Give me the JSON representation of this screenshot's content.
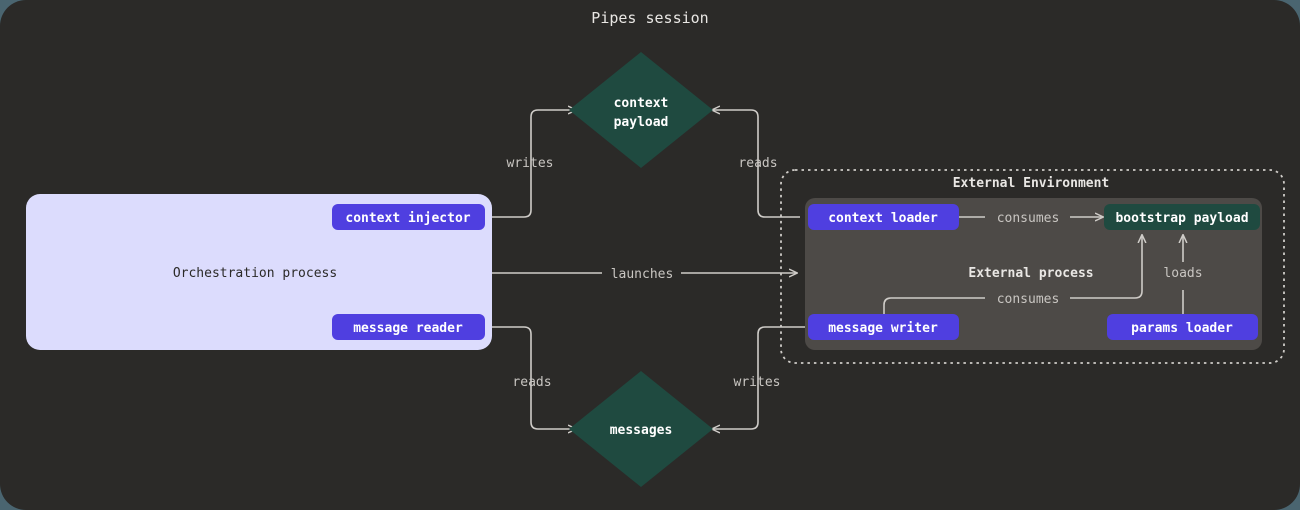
{
  "title": "Pipes session",
  "colors": {
    "page_backdrop": "#4a6570",
    "canvas": "#2b2a28",
    "orchestration_fill": "#dcdcfd",
    "pill_fill": "#4f3fe0",
    "asset_fill": "#1f4a40",
    "external_process_fill": "#4d4a47",
    "edge": "#cfccc8",
    "edge_label": "#c9c6c2"
  },
  "groups": {
    "orchestration": {
      "label": "Orchestration process"
    },
    "external_environment": {
      "label": "External Environment"
    },
    "external_process": {
      "label": "External process"
    }
  },
  "nodes": {
    "context_injector": {
      "label": "context injector",
      "kind": "pill"
    },
    "message_reader": {
      "label": "message reader",
      "kind": "pill"
    },
    "context_loader": {
      "label": "context loader",
      "kind": "pill"
    },
    "message_writer": {
      "label": "message writer",
      "kind": "pill"
    },
    "params_loader": {
      "label": "params loader",
      "kind": "pill"
    },
    "bootstrap_payload": {
      "label": "bootstrap payload",
      "kind": "asset-box"
    },
    "context_payload": {
      "label_line1": "context",
      "label_line2": "payload",
      "kind": "diamond"
    },
    "messages": {
      "label": "messages",
      "kind": "diamond"
    }
  },
  "edges": [
    {
      "id": "writes-context",
      "label": "writes",
      "from": "context_injector",
      "to": "context_payload"
    },
    {
      "id": "reads-context",
      "label": "reads",
      "from": "context_payload",
      "to": "context_loader"
    },
    {
      "id": "launches",
      "label": "launches",
      "from": "orchestration",
      "to": "external_environment"
    },
    {
      "id": "reads-messages",
      "label": "reads",
      "from": "messages",
      "to": "message_reader"
    },
    {
      "id": "writes-messages",
      "label": "writes",
      "from": "message_writer",
      "to": "messages"
    },
    {
      "id": "consumes-context",
      "label": "consumes",
      "from": "context_loader",
      "to": "bootstrap_payload"
    },
    {
      "id": "consumes-writer",
      "label": "consumes",
      "from": "message_writer",
      "to": "bootstrap_payload"
    },
    {
      "id": "loads-params",
      "label": "loads",
      "from": "params_loader",
      "to": "bootstrap_payload"
    }
  ]
}
